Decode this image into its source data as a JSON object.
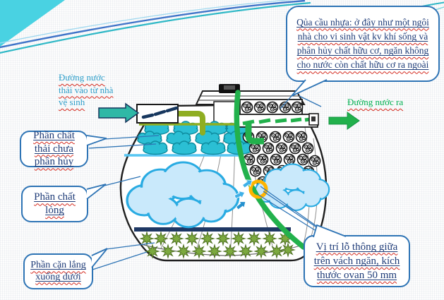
{
  "labels": {
    "inlet_flow": "Đường nước thải vào từ nhà vệ sinh",
    "outlet_flow": "Đường nước ra"
  },
  "callouts": {
    "plastic_ball": "Qủa cầu nhựa: ở đây như một ngôi nhà cho vi sinh vật kv khí sống và phân hủy chất hữu cơ, ngăn không cho nước còn chất hữu cơ ra ngoài",
    "undigested": "Phần chất thải chưa phân hủy",
    "liquid": "Phần chất lỏng",
    "sediment": "Phần cặn lắng xuống dưới",
    "vent_hole": "Vị trí lỗ thông giữa trên vách ngăn, kích thước ovan 50 mm"
  },
  "colors": {
    "callout_border": "#2E74B5",
    "callout_text": "#1F3C78",
    "inlet_label_text": "#2E9EC9",
    "outlet_label_text": "#00B050",
    "inlet_arrow_fill": "#2FB8A6",
    "outlet_arrow_fill": "#22B14C",
    "pipe_olive": "#8FAE22",
    "sludge_blob_teal": "#2BBFD4",
    "cloud_fill": "#C9E9FB",
    "cloud_stroke": "#29ABE2",
    "sediment_star_green": "#7CA93F",
    "baffle_curve_green": "#22B14C",
    "vent_ring_yellow": "#FFB400",
    "sludge_bar_navy": "#1F3864",
    "deco_corner_teal": "#49D2E2"
  },
  "icons": {
    "inlet-arrow-icon": "block-arrow-right",
    "outlet-arrow-icon": "block-arrow-right",
    "flow-arrow-icon": "small-block-arrow",
    "vent-ring-icon": "circle-outline"
  }
}
